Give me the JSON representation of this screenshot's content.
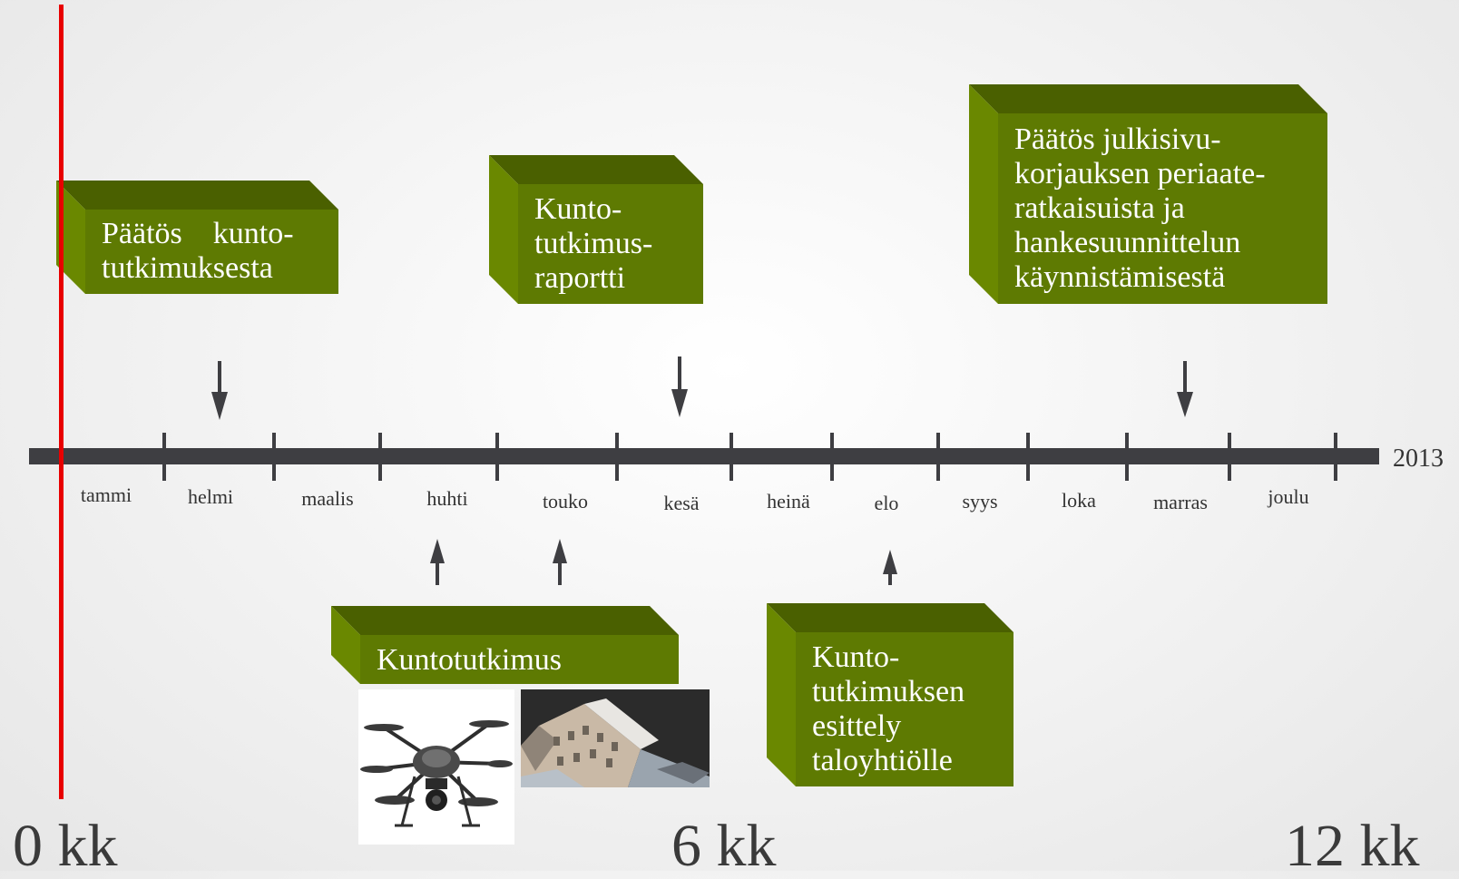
{
  "colors": {
    "box_front": "#5e7a02",
    "box_top": "#4a6000",
    "box_side": "#6a8800",
    "timeline": "#3e3e42",
    "marker": "#e80000",
    "text": "#333333"
  },
  "boxes": {
    "paatos_kunto": [
      "Päätös    kunto-",
      "tutkimuksesta"
    ],
    "raportti": [
      "Kunto-",
      "tutkimus-",
      "raportti"
    ],
    "julkisivu": [
      "Päätös julkisivu-",
      "korjauksen periaate-",
      "ratkaisuista ja",
      "hankesuunnittelun",
      "käynnistämisestä"
    ],
    "kuntotutkimus": [
      "Kuntotutkimus"
    ],
    "esittely": [
      "Kunto-",
      "tutkimuksen",
      "esittely",
      "taloyhtiölle"
    ]
  },
  "timeline": {
    "year": "2013",
    "months": [
      "tammi",
      "helmi",
      "maalis",
      "huhti",
      "touko",
      "kesä",
      "heinä",
      "elo",
      "syys",
      "loka",
      "marras",
      "joulu"
    ]
  },
  "scale": {
    "start": "0 kk",
    "middle": "6 kk",
    "end": "12 kk"
  },
  "images": {
    "drone": "drone-photo",
    "building": "building-3d-scan"
  }
}
